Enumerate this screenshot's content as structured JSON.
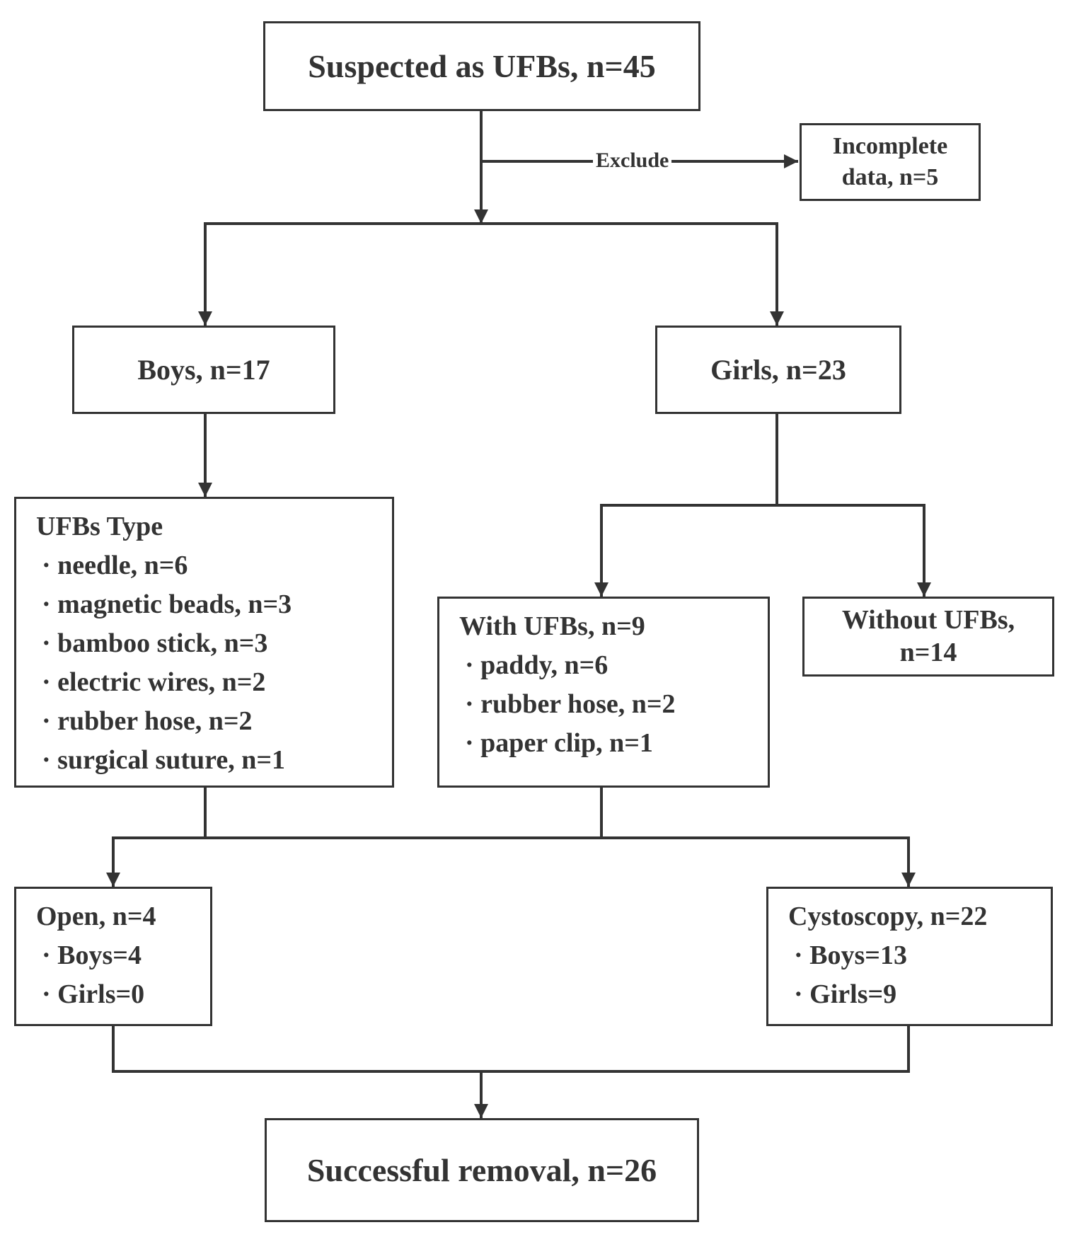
{
  "nodes": {
    "suspected": "Suspected as UFBs, n=45",
    "exclude_label": "Exclude",
    "incomplete": [
      "Incomplete",
      "data, n=5"
    ],
    "boys": "Boys, n=17",
    "girls": "Girls, n=23",
    "boys_types": {
      "heading": "UFBs Type",
      "items": [
        "· needle, n=6",
        "· magnetic beads, n=3",
        "· bamboo stick, n=3",
        "· electric wires, n=2",
        "· rubber hose, n=2",
        "· surgical suture, n=1"
      ]
    },
    "with_ufbs": {
      "heading": "With UFBs, n=9",
      "items": [
        "· paddy, n=6",
        "· rubber hose, n=2",
        "· paper clip, n=1"
      ]
    },
    "without_ufbs": [
      "Without UFBs,",
      "n=14"
    ],
    "open": {
      "heading": "Open, n=4",
      "items": [
        "· Boys=4",
        "· Girls=0"
      ]
    },
    "cystoscopy": {
      "heading": "Cystoscopy, n=22",
      "items": [
        "· Boys=13",
        "· Girls=9"
      ]
    },
    "success": "Successful removal, n=26"
  },
  "colors": {
    "line": "#333333",
    "text": "#333333",
    "background": "#ffffff"
  }
}
